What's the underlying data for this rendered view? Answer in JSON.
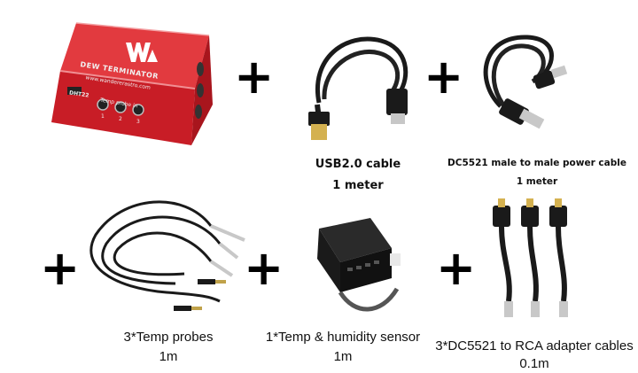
{
  "products": {
    "box": {
      "logo_text": "W",
      "brand_name": "DEW TERMINATOR",
      "website": "www.wandererastro.com",
      "port_label": "DHT22",
      "probe_label": "Temp probe in",
      "port_numbers": [
        "1",
        "2",
        "3"
      ]
    },
    "usb_cable": {
      "title": "USB2.0 cable",
      "length": "1 meter"
    },
    "power_cable": {
      "title": "DC5521 male to male power cable",
      "length": "1 meter"
    },
    "temp_probes": {
      "title": "3*Temp probes",
      "length": "1m"
    },
    "humidity_sensor": {
      "title": "1*Temp & humidity sensor",
      "length": "1m"
    },
    "rca_adapters": {
      "title": "3*DC5521 to RCA adapter cables",
      "length": "0.1m"
    }
  },
  "plus_sign": "+",
  "colors": {
    "box_red": "#d4232b",
    "cable_black": "#1a1a1a",
    "metal": "#c8c8c8"
  }
}
